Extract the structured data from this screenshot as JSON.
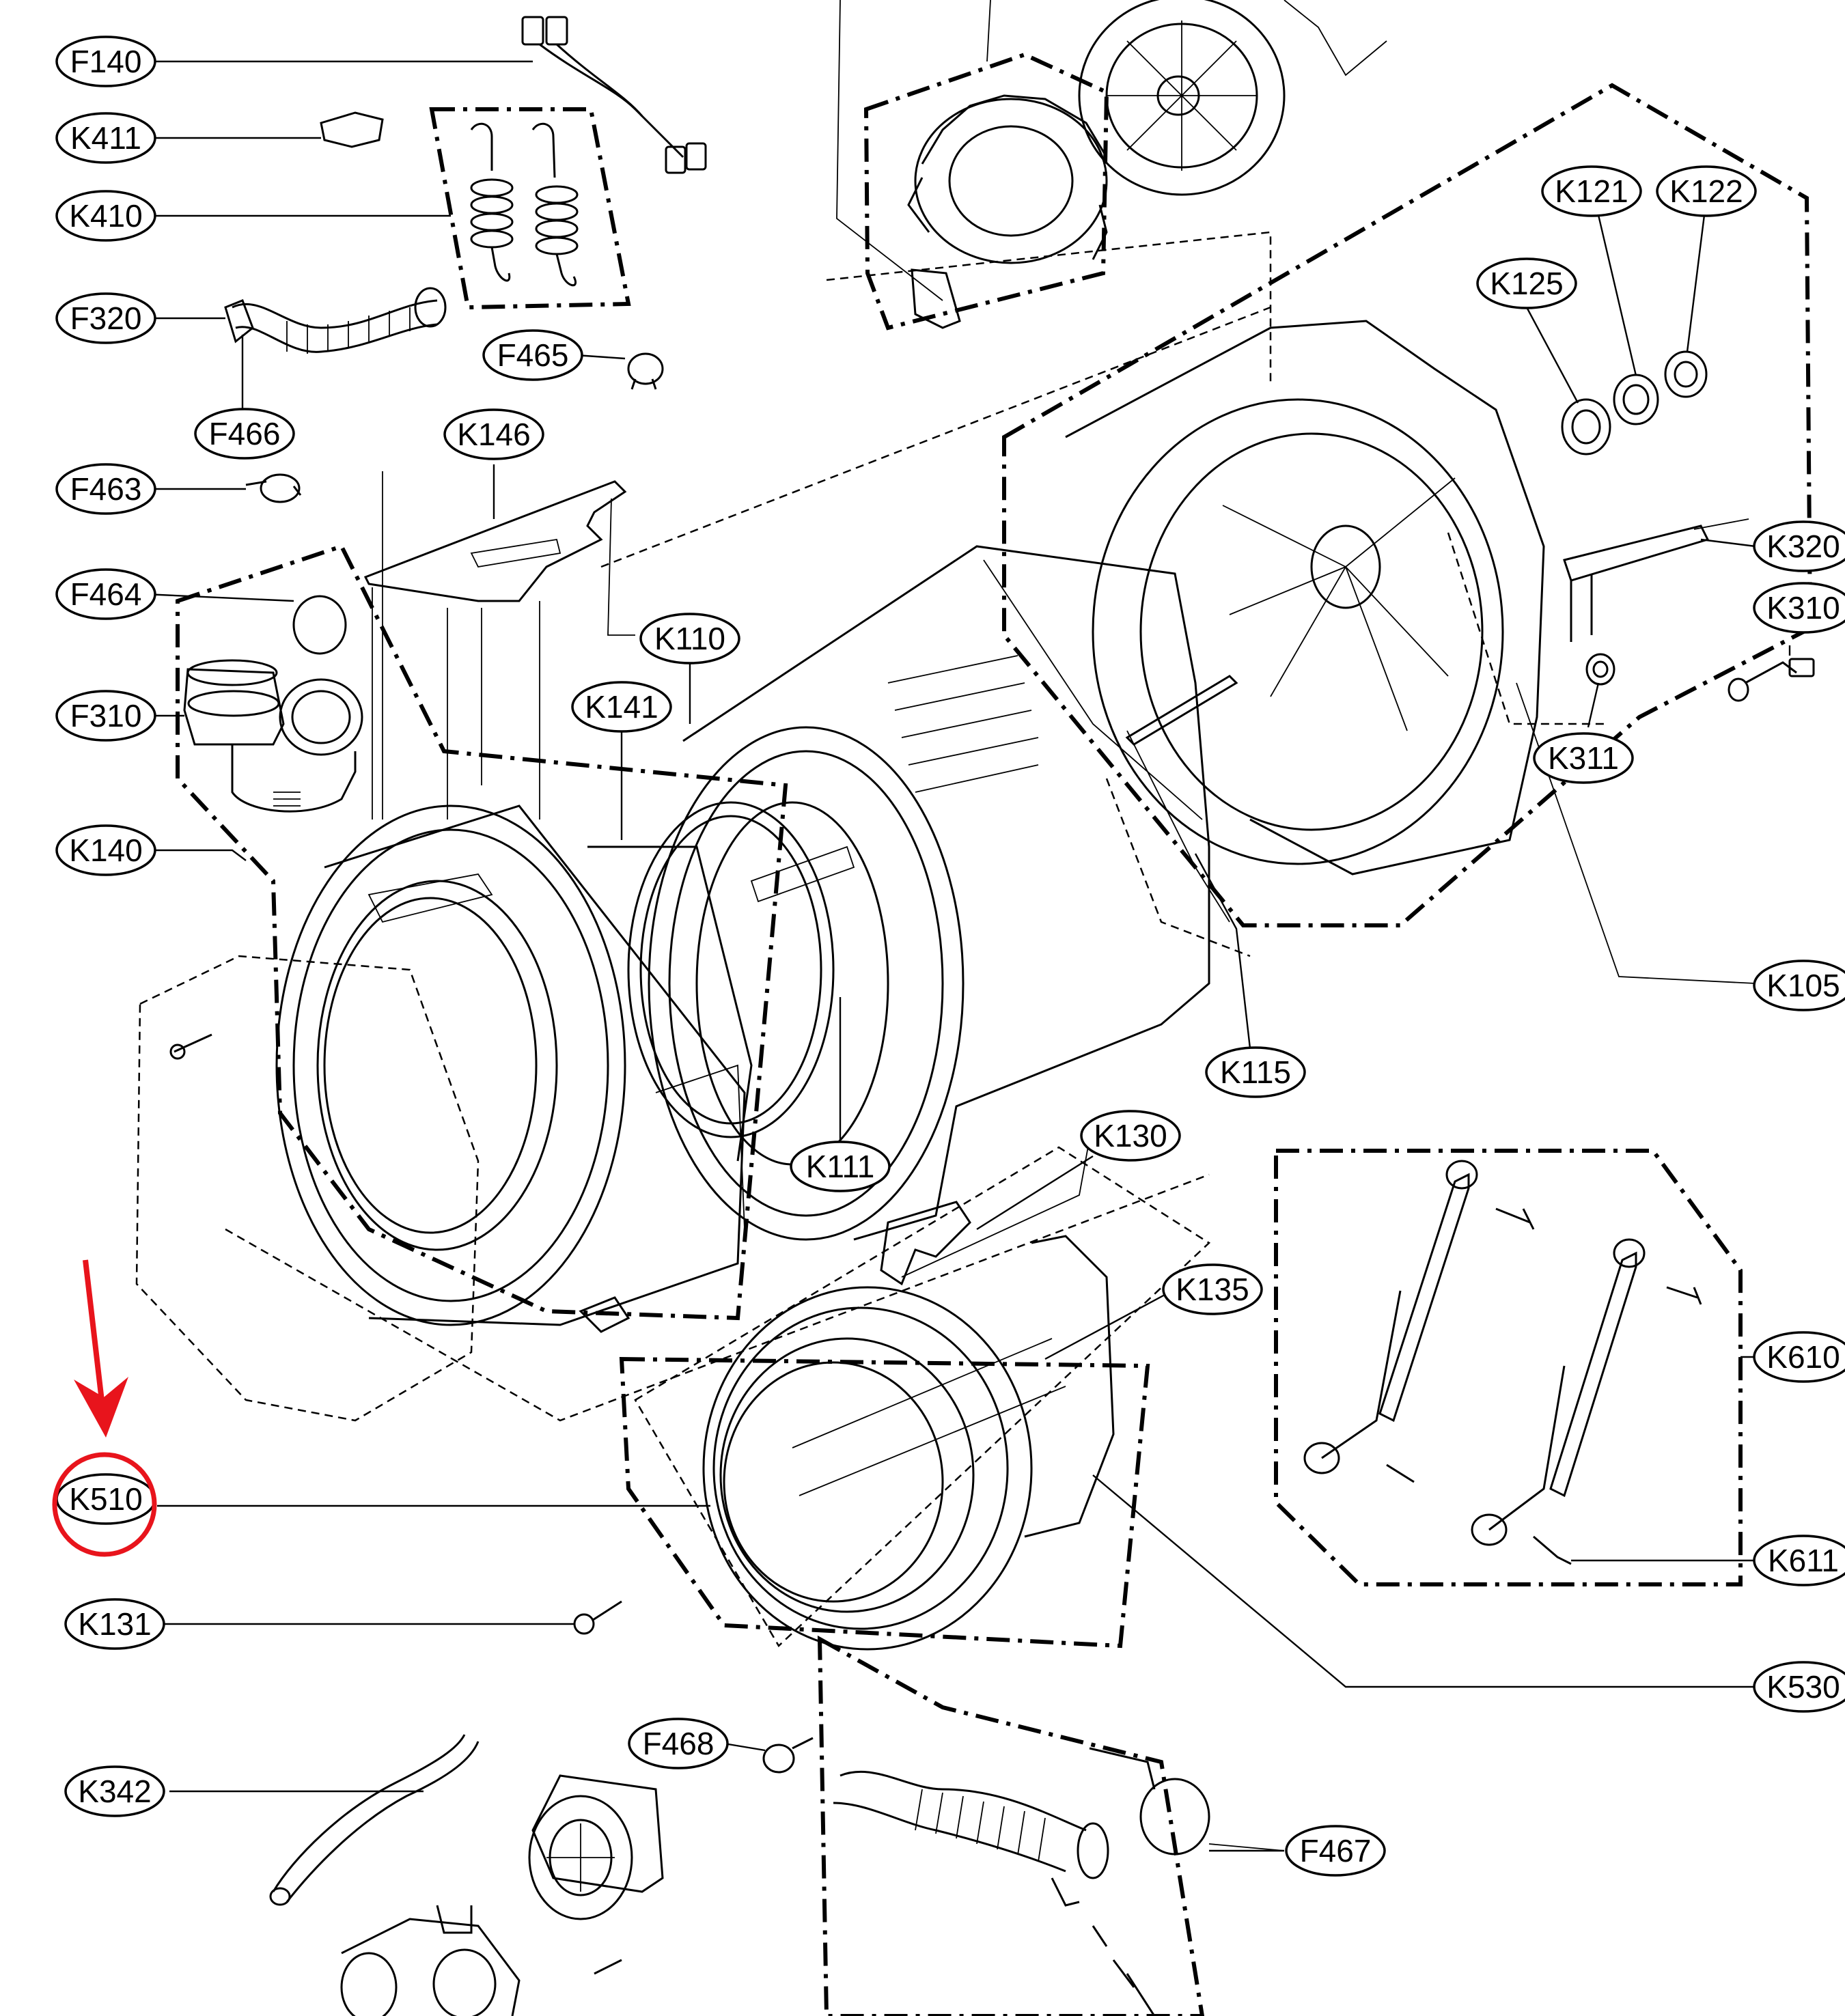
{
  "diagram": {
    "labels": {
      "F140": "F140",
      "K411": "K411",
      "K410": "K410",
      "F320": "F320",
      "F465": "F465",
      "F466": "F466",
      "K146": "K146",
      "F463": "F463",
      "F464": "F464",
      "F310": "F310",
      "K140": "K140",
      "K110": "K110",
      "K141": "K141",
      "K121": "K121",
      "K122": "K122",
      "K125": "K125",
      "K320": "K320",
      "K310": "K310",
      "K311": "K311",
      "K105": "K105",
      "K115": "K115",
      "K111": "K111",
      "K130": "K130",
      "K135": "K135",
      "K610": "K610",
      "K611": "K611",
      "K510": "K510",
      "K530": "K530",
      "K131": "K131",
      "F468": "F468",
      "K342": "K342",
      "F467": "F467"
    },
    "highlight": {
      "target": "K510",
      "color": "#e8141c"
    },
    "colors": {
      "line": "#000000",
      "background": "#ffffff"
    }
  }
}
